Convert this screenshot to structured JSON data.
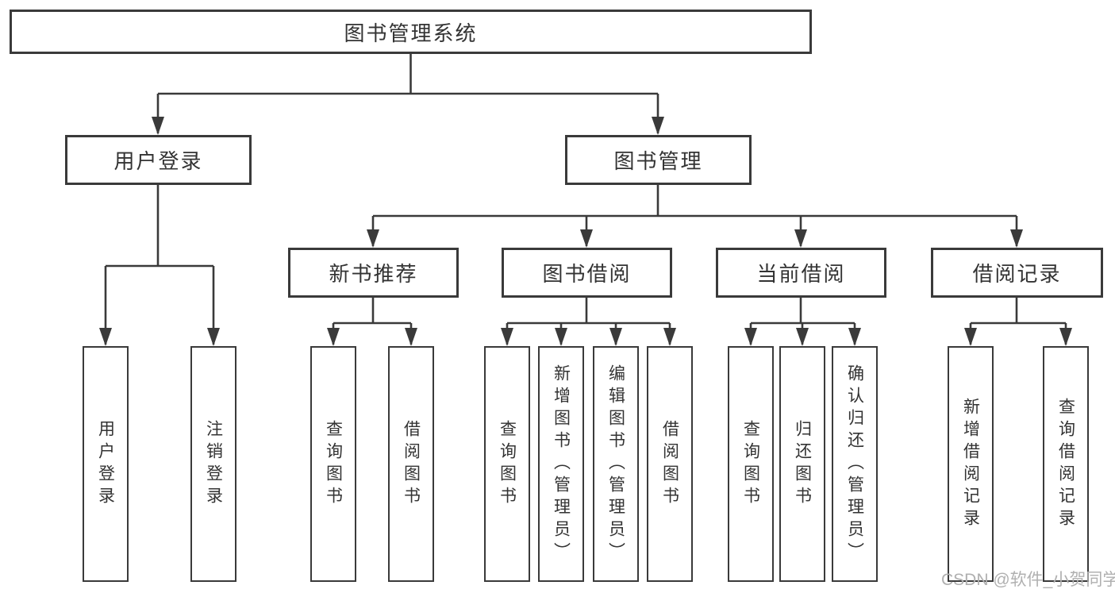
{
  "tree": {
    "root": {
      "label": "图书管理系统"
    },
    "level1": [
      {
        "label": "用户登录",
        "children": [
          {
            "label": "用户登录"
          },
          {
            "label": "注销登录"
          }
        ]
      },
      {
        "label": "图书管理",
        "children": [
          {
            "label": "新书推荐",
            "children": [
              {
                "label": "查询图书"
              },
              {
                "label": "借阅图书"
              }
            ]
          },
          {
            "label": "图书借阅",
            "children": [
              {
                "label": "查询图书"
              },
              {
                "label": "新增图书（管理员）"
              },
              {
                "label": "编辑图书（管理员）"
              },
              {
                "label": "借阅图书"
              }
            ]
          },
          {
            "label": "当前借阅",
            "children": [
              {
                "label": "查询图书"
              },
              {
                "label": "归还图书"
              },
              {
                "label": "确认归还（管理员）"
              }
            ]
          },
          {
            "label": "借阅记录",
            "children": [
              {
                "label": "新增借阅记录"
              },
              {
                "label": "查询借阅记录"
              }
            ]
          }
        ]
      }
    ]
  },
  "watermark": {
    "text": "CSDN @软件_小贺同学"
  },
  "colors": {
    "line": "#3a3a3a",
    "text": "#333333",
    "box_bg": "#ffffff",
    "watermark": "#b0b0b0"
  }
}
